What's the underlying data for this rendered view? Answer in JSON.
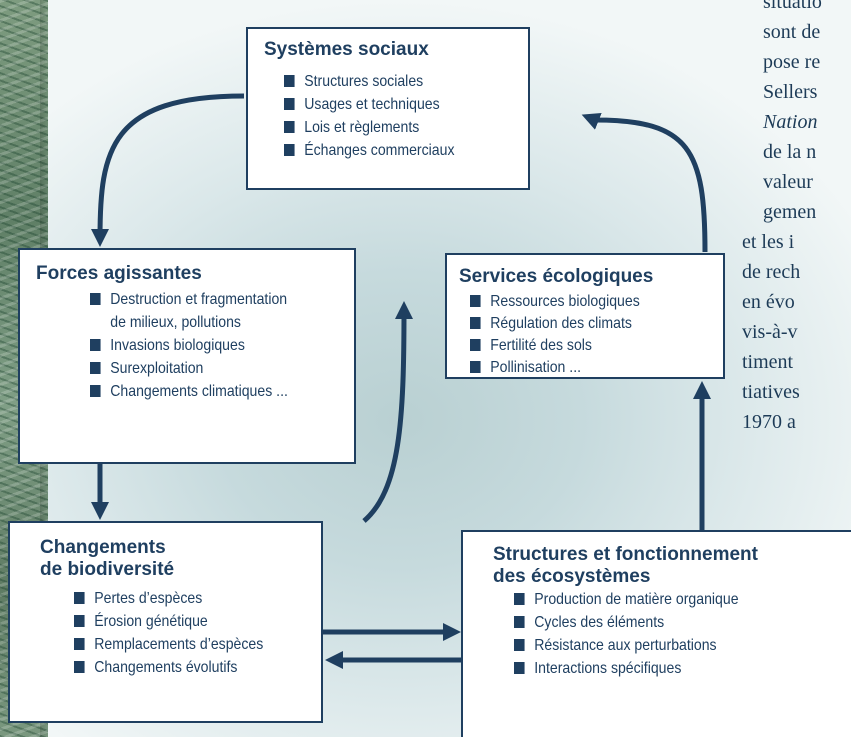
{
  "body_text_lines": [
    "situatio",
    "sont de",
    "pose re",
    "Sellers",
    "Nation",
    "de la n",
    "valeur",
    "gemen",
    "et les i",
    "de rech",
    "en évo",
    "vis-à-v",
    "timent",
    "tiatives",
    "1970 a"
  ],
  "italic_line_index": 4,
  "boxes": {
    "social": {
      "title": "Systèmes sociaux",
      "items": [
        "Structures sociales",
        "Usages et techniques",
        "Lois et règlements",
        "Échanges commerciaux"
      ]
    },
    "forces": {
      "title": "Forces agissantes",
      "items": [
        "Destruction et fragmentation",
        "de milieux, pollutions",
        "Invasions biologiques",
        "Surexploitation",
        "Changements climatiques ..."
      ]
    },
    "services": {
      "title": "Services écologiques",
      "items": [
        "Ressources biologiques",
        "Régulation des climats",
        "Fertilité des sols",
        "Pollinisation ..."
      ]
    },
    "changes": {
      "title_line1": "Changements",
      "title_line2": "de biodiversité",
      "items": [
        "Pertes d’espèces",
        "Érosion génétique",
        "Remplacements d’espèces",
        "Changements évolutifs"
      ]
    },
    "structures": {
      "title_line1": "Structures et fonctionnement",
      "title_line2": "des écosystèmes",
      "items": [
        "Production de matière organique",
        "Cycles des éléments",
        "Résistance aux perturbations",
        "Interactions spécifiques"
      ]
    }
  },
  "colors": {
    "ink": "#1f3f60",
    "background": "#c6dadd",
    "strip": "#6f8f74"
  }
}
